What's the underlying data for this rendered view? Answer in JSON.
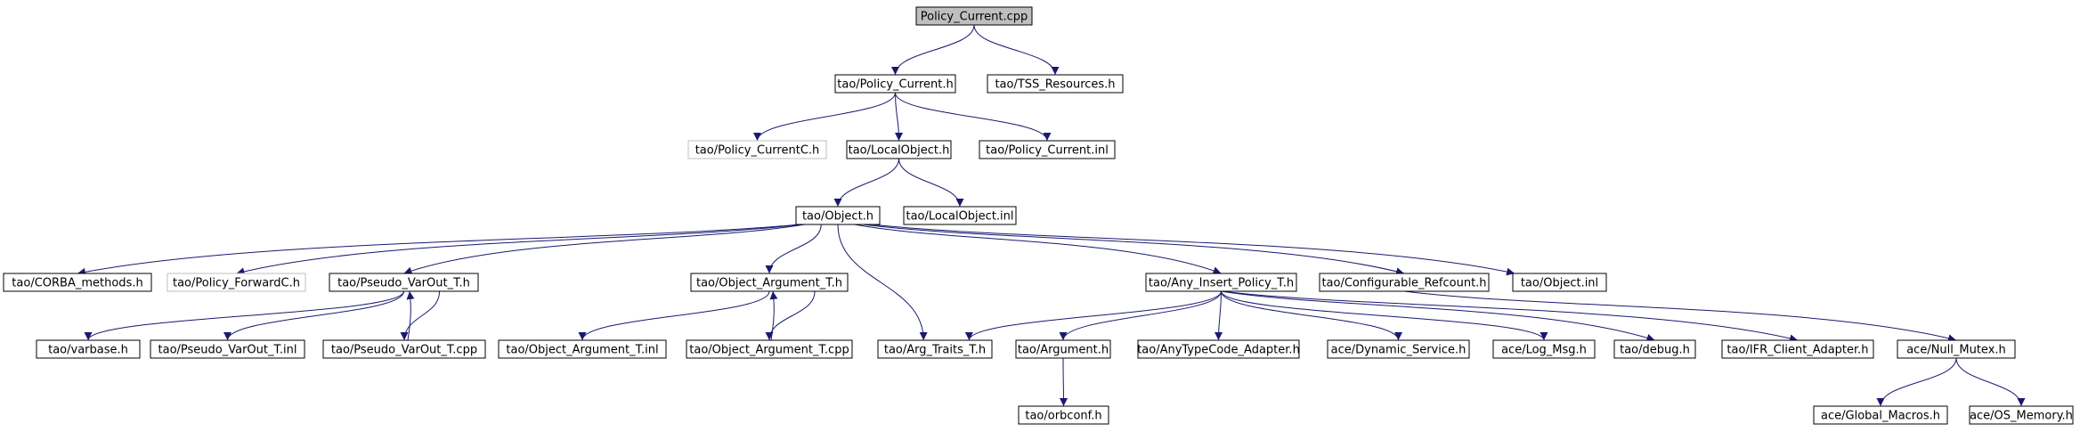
{
  "graph": {
    "nodes": [
      {
        "id": "policy_current_cpp",
        "label": "Policy_Current.cpp",
        "style": "root"
      },
      {
        "id": "policy_current_h",
        "label": "tao/Policy_Current.h",
        "style": "normal"
      },
      {
        "id": "tss_resources_h",
        "label": "tao/TSS_Resources.h",
        "style": "normal"
      },
      {
        "id": "policy_currentc_h",
        "label": "tao/Policy_CurrentC.h",
        "style": "missing"
      },
      {
        "id": "localobject_h",
        "label": "tao/LocalObject.h",
        "style": "normal"
      },
      {
        "id": "policy_current_inl",
        "label": "tao/Policy_Current.inl",
        "style": "normal"
      },
      {
        "id": "object_h",
        "label": "tao/Object.h",
        "style": "normal"
      },
      {
        "id": "localobject_inl",
        "label": "tao/LocalObject.inl",
        "style": "normal"
      },
      {
        "id": "corba_methods_h",
        "label": "tao/CORBA_methods.h",
        "style": "normal"
      },
      {
        "id": "policy_forwardc_h",
        "label": "tao/Policy_ForwardC.h",
        "style": "missing"
      },
      {
        "id": "pseudo_varout_t_h",
        "label": "tao/Pseudo_VarOut_T.h",
        "style": "normal"
      },
      {
        "id": "object_argument_t_h",
        "label": "tao/Object_Argument_T.h",
        "style": "normal"
      },
      {
        "id": "any_insert_policy_t_h",
        "label": "tao/Any_Insert_Policy_T.h",
        "style": "normal"
      },
      {
        "id": "configurable_refcount_h",
        "label": "tao/Configurable_Refcount.h",
        "style": "normal"
      },
      {
        "id": "object_inl",
        "label": "tao/Object.inl",
        "style": "normal"
      },
      {
        "id": "varbase_h",
        "label": "tao/varbase.h",
        "style": "normal"
      },
      {
        "id": "pseudo_varout_t_inl",
        "label": "tao/Pseudo_VarOut_T.inl",
        "style": "normal"
      },
      {
        "id": "pseudo_varout_t_cpp",
        "label": "tao/Pseudo_VarOut_T.cpp",
        "style": "normal"
      },
      {
        "id": "object_argument_t_inl",
        "label": "tao/Object_Argument_T.inl",
        "style": "normal"
      },
      {
        "id": "object_argument_t_cpp",
        "label": "tao/Object_Argument_T.cpp",
        "style": "normal"
      },
      {
        "id": "arg_traits_t_h",
        "label": "tao/Arg_Traits_T.h",
        "style": "normal"
      },
      {
        "id": "argument_h",
        "label": "tao/Argument.h",
        "style": "normal"
      },
      {
        "id": "anytypecode_adapter_h",
        "label": "tao/AnyTypeCode_Adapter.h",
        "style": "normal"
      },
      {
        "id": "dynamic_service_h",
        "label": "ace/Dynamic_Service.h",
        "style": "normal"
      },
      {
        "id": "log_msg_h",
        "label": "ace/Log_Msg.h",
        "style": "normal"
      },
      {
        "id": "debug_h",
        "label": "tao/debug.h",
        "style": "normal"
      },
      {
        "id": "ifr_client_adapter_h",
        "label": "tao/IFR_Client_Adapter.h",
        "style": "normal"
      },
      {
        "id": "null_mutex_h",
        "label": "ace/Null_Mutex.h",
        "style": "normal"
      },
      {
        "id": "orbconf_h",
        "label": "tao/orbconf.h",
        "style": "normal"
      },
      {
        "id": "global_macros_h",
        "label": "ace/Global_Macros.h",
        "style": "normal"
      },
      {
        "id": "os_memory_h",
        "label": "ace/OS_Memory.h",
        "style": "normal"
      }
    ],
    "edges": [
      [
        "policy_current_cpp",
        "policy_current_h"
      ],
      [
        "policy_current_cpp",
        "tss_resources_h"
      ],
      [
        "policy_current_h",
        "policy_currentc_h"
      ],
      [
        "policy_current_h",
        "localobject_h"
      ],
      [
        "policy_current_h",
        "policy_current_inl"
      ],
      [
        "localobject_h",
        "object_h"
      ],
      [
        "localobject_h",
        "localobject_inl"
      ],
      [
        "object_h",
        "corba_methods_h"
      ],
      [
        "object_h",
        "policy_forwardc_h"
      ],
      [
        "object_h",
        "pseudo_varout_t_h"
      ],
      [
        "object_h",
        "object_argument_t_h"
      ],
      [
        "object_h",
        "arg_traits_t_h"
      ],
      [
        "object_h",
        "any_insert_policy_t_h"
      ],
      [
        "object_h",
        "configurable_refcount_h"
      ],
      [
        "object_h",
        "object_inl"
      ],
      [
        "pseudo_varout_t_h",
        "varbase_h"
      ],
      [
        "pseudo_varout_t_h",
        "pseudo_varout_t_inl"
      ],
      [
        "pseudo_varout_t_h",
        "pseudo_varout_t_cpp"
      ],
      [
        "pseudo_varout_t_cpp",
        "pseudo_varout_t_h"
      ],
      [
        "object_argument_t_h",
        "object_argument_t_inl"
      ],
      [
        "object_argument_t_h",
        "object_argument_t_cpp"
      ],
      [
        "object_argument_t_cpp",
        "object_argument_t_h"
      ],
      [
        "any_insert_policy_t_h",
        "arg_traits_t_h"
      ],
      [
        "any_insert_policy_t_h",
        "argument_h"
      ],
      [
        "any_insert_policy_t_h",
        "anytypecode_adapter_h"
      ],
      [
        "any_insert_policy_t_h",
        "dynamic_service_h"
      ],
      [
        "any_insert_policy_t_h",
        "log_msg_h"
      ],
      [
        "any_insert_policy_t_h",
        "debug_h"
      ],
      [
        "any_insert_policy_t_h",
        "ifr_client_adapter_h"
      ],
      [
        "configurable_refcount_h",
        "null_mutex_h"
      ],
      [
        "argument_h",
        "orbconf_h"
      ],
      [
        "null_mutex_h",
        "global_macros_h"
      ],
      [
        "null_mutex_h",
        "os_memory_h"
      ]
    ]
  },
  "colors": {
    "edge": "#191970",
    "node_border": "#000000",
    "missing_border": "#bfbfbf",
    "root_fill": "#bfbfbf",
    "node_fill": "#ffffff",
    "text": "#000000"
  }
}
